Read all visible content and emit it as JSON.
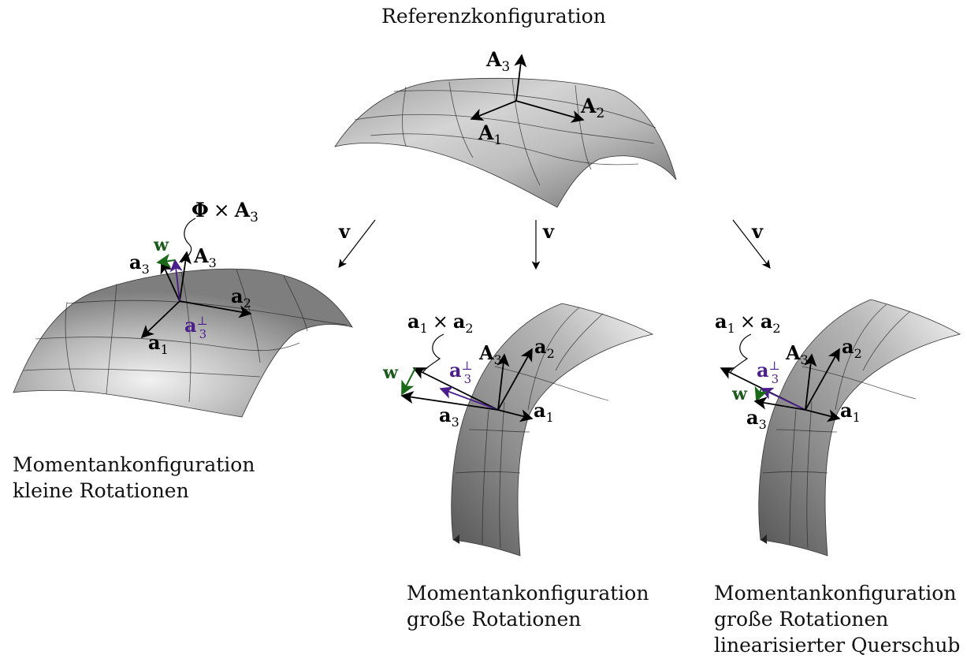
{
  "panels": {
    "reference": {
      "title": "Referenzkonfiguration",
      "labels": {
        "A3": "A",
        "A3_sub": "3",
        "A2": "A",
        "A2_sub": "2",
        "A1": "A",
        "A1_sub": "1"
      }
    },
    "small_rotations": {
      "caption_line1": "Momentankonfiguration",
      "caption_line2": "kleine Rotationen",
      "arrow_label": "v",
      "labels": {
        "phi": "Φ",
        "times": "×",
        "A": "A",
        "A_sub": "3",
        "w": "w",
        "a3": "a",
        "a3_sub": "3",
        "A3": "A",
        "A3_sub": "3",
        "a2": "a",
        "a2_sub": "2",
        "a3perp": "a",
        "a3perp_sub": "3",
        "perp": "⊥",
        "a1": "a",
        "a1_sub": "1"
      }
    },
    "large_rotations": {
      "caption_line1": "Momentankonfiguration",
      "caption_line2": "große Rotationen",
      "arrow_label": "v",
      "labels": {
        "a1": "a",
        "a1_sub": "1",
        "times": "×",
        "a2": "a",
        "a2_sub": "2",
        "w": "w",
        "a3perp": "a",
        "a3perp_sub": "3",
        "perp": "⊥",
        "A3": "A",
        "A3_sub": "3",
        "a2b": "a",
        "a2b_sub": "2",
        "a1b": "a",
        "a1b_sub": "1",
        "a3": "a",
        "a3_sub": "3"
      }
    },
    "large_rotations_linear_shear": {
      "caption_line1": "Momentankonfiguration",
      "caption_line2": "große Rotationen",
      "caption_line3": "linearisierter Querschub",
      "arrow_label": "v",
      "labels": {
        "a1": "a",
        "a1_sub": "1",
        "times": "×",
        "a2": "a",
        "a2_sub": "2",
        "w": "w",
        "a3perp": "a",
        "a3perp_sub": "3",
        "perp": "⊥",
        "A3": "A",
        "A3_sub": "3",
        "a2b": "a",
        "a2b_sub": "2",
        "a1b": "a",
        "a1b_sub": "1",
        "a3": "a",
        "a3_sub": "3"
      }
    }
  },
  "colors": {
    "purple": "#4b1e8c",
    "green": "#1a6a1a",
    "surface_light": "#e8e8e8",
    "surface_dark": "#6e6e6e"
  }
}
